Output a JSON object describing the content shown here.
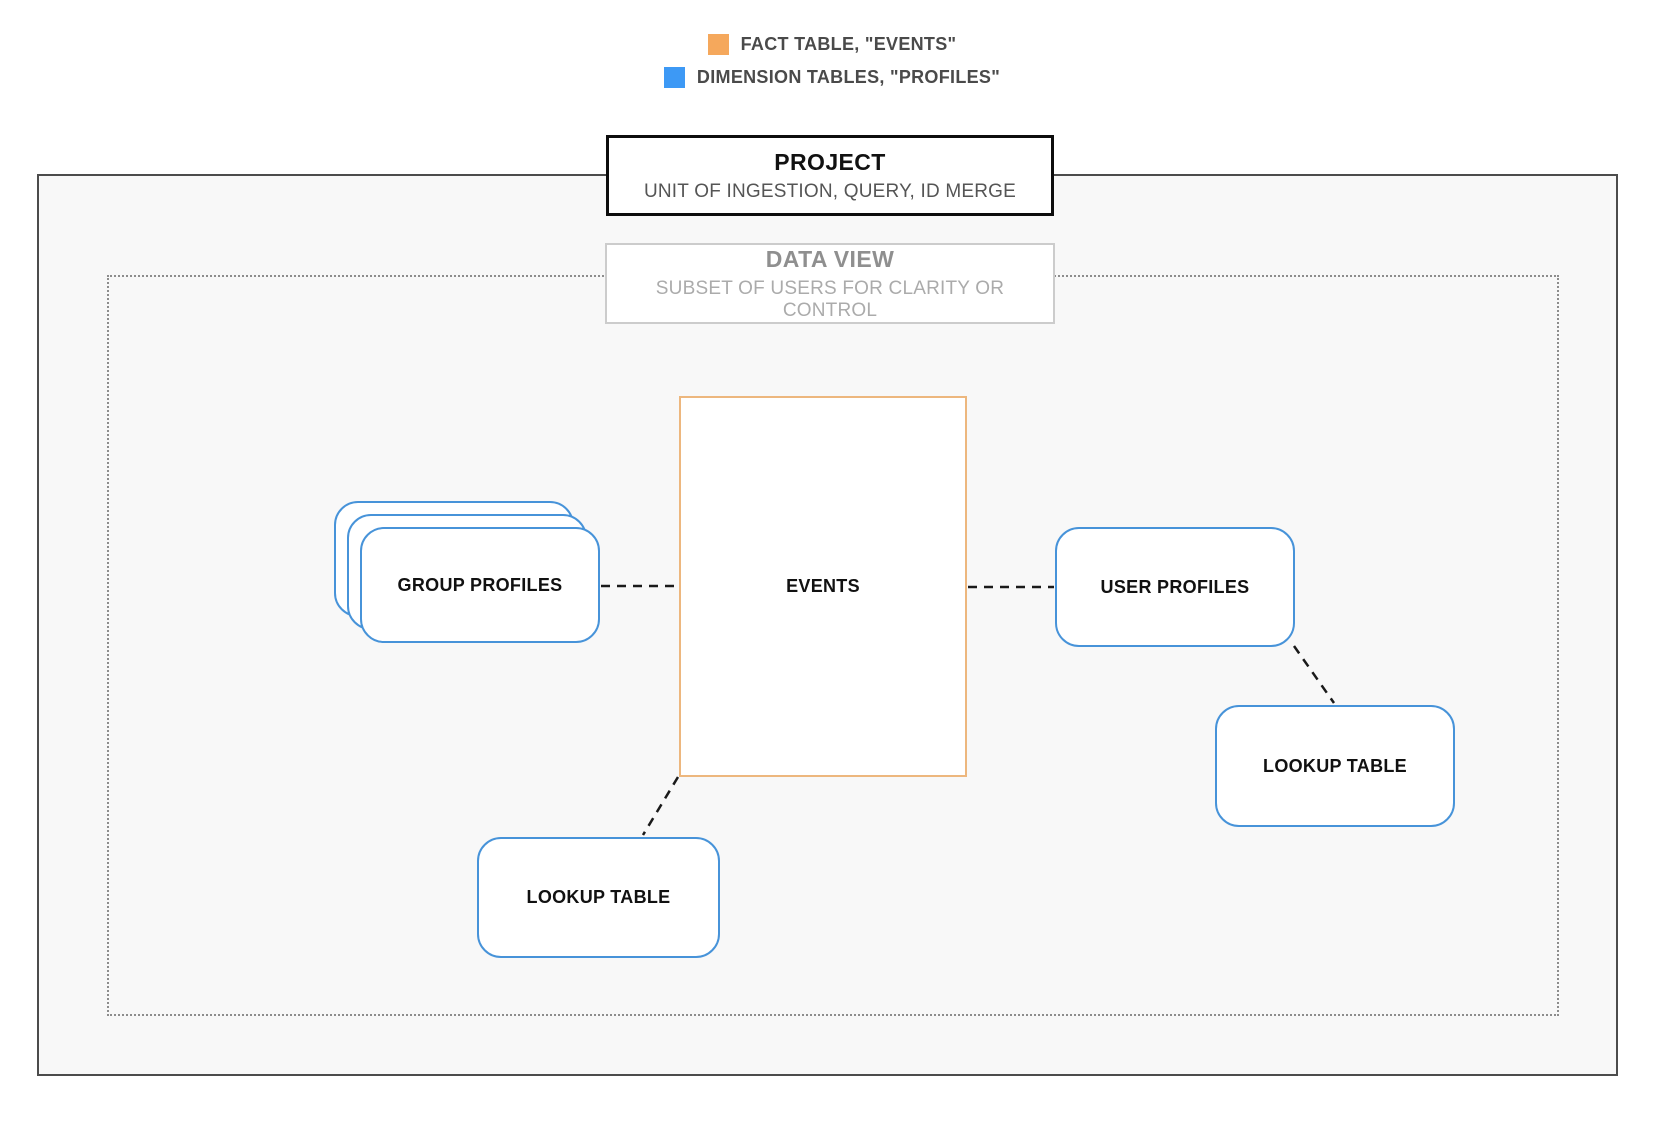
{
  "legend": {
    "items": [
      {
        "label": "FACT TABLE, \"EVENTS\"",
        "color": "#F5A85C",
        "kind": "fact-table"
      },
      {
        "label": "DIMENSION TABLES, \"PROFILES\"",
        "color": "#3D99F5",
        "kind": "dimension-tables"
      }
    ]
  },
  "project": {
    "title": "PROJECT",
    "subtitle": "UNIT OF INGESTION, QUERY, ID MERGE"
  },
  "data_view": {
    "title": "DATA VIEW",
    "subtitle": "SUBSET OF USERS FOR CLARITY OR CONTROL"
  },
  "nodes": {
    "events": {
      "label": "EVENTS",
      "type": "fact"
    },
    "group_profiles": {
      "label": "GROUP PROFILES",
      "type": "dimension",
      "stacked": true
    },
    "user_profiles": {
      "label": "USER PROFILES",
      "type": "dimension"
    },
    "lookup_left": {
      "label": "LOOKUP TABLE",
      "type": "dimension"
    },
    "lookup_right": {
      "label": "LOOKUP TABLE",
      "type": "dimension"
    }
  },
  "edges": [
    {
      "from": "group_profiles",
      "to": "events",
      "style": "dashed"
    },
    {
      "from": "events",
      "to": "user_profiles",
      "style": "dashed"
    },
    {
      "from": "user_profiles",
      "to": "lookup_right",
      "style": "dashed"
    },
    {
      "from": "events",
      "to": "lookup_left",
      "style": "dashed"
    }
  ],
  "colors": {
    "fact_swatch": "#F5A85C",
    "fact_border": "#EDB77E",
    "dimension_swatch": "#3D99F5",
    "dimension_border": "#4793D9",
    "connector": "#1A1A1A",
    "project_border": "#0D0D0D",
    "boundary_fill": "#F8F8F8"
  }
}
